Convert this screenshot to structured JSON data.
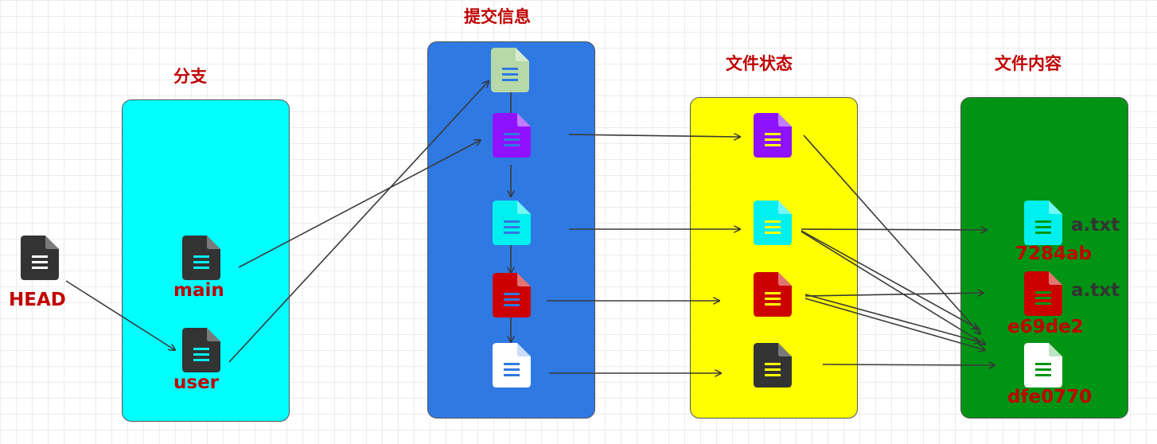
{
  "headings": {
    "branch": "分支",
    "commit": "提交信息",
    "file_status": "文件状态",
    "file_content": "文件内容"
  },
  "labels": {
    "head": "HEAD",
    "main": "main",
    "user": "user",
    "file1_name": "a.txt",
    "file1_hash": "7284ab",
    "file2_name": "a.txt",
    "file2_hash": "e69de2",
    "file3_hash": "dfe0770"
  },
  "colors": {
    "branch_panel": "#00ffff",
    "commit_panel": "#2f79e3",
    "status_panel": "#ffff00",
    "content_panel": "#009414",
    "label_red": "#c00000",
    "doc_dark": "#333333",
    "doc_purple": "#8f12fe",
    "doc_cyan": "#00f0f0",
    "doc_red": "#cc0000",
    "doc_green": "#b7d9a7",
    "doc_white": "#ffffff",
    "doc_darkgreen": "#18a018"
  },
  "icons": [
    "document-icon"
  ]
}
